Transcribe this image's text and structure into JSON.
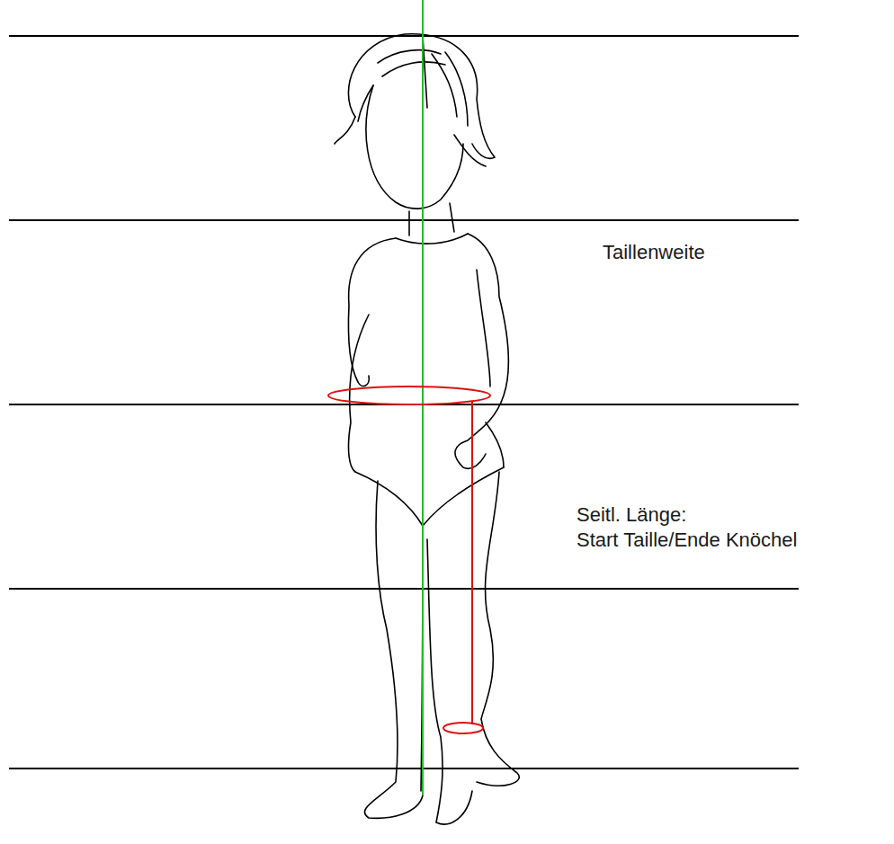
{
  "diagram": {
    "labels": [
      "Taillenweite",
      "Seitl. Länge:",
      "Start Taille/Ende Knöchel"
    ]
  }
}
